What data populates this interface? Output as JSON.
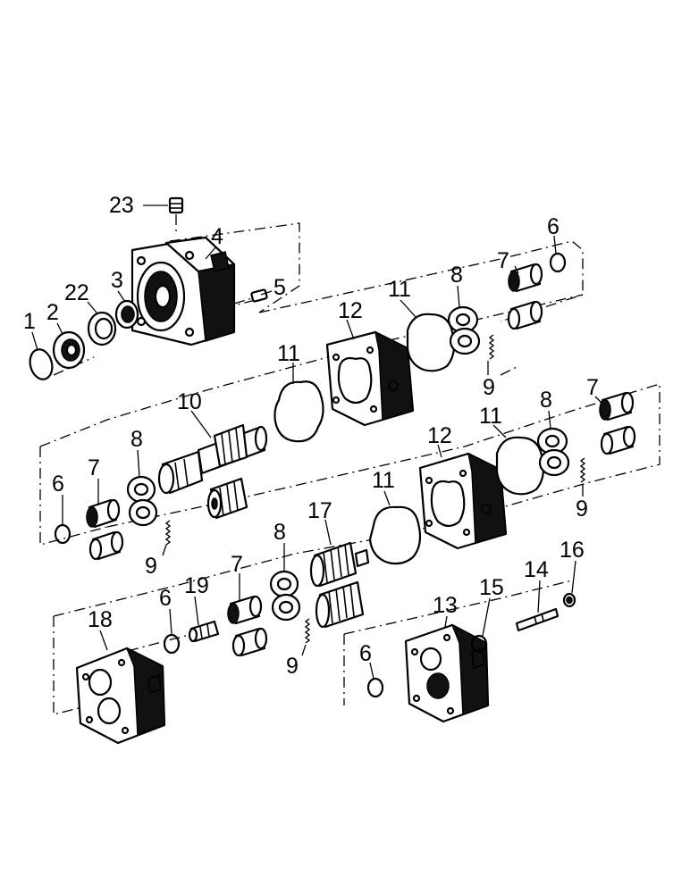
{
  "diagram": {
    "callouts": [
      "1",
      "2",
      "3",
      "4",
      "5",
      "6",
      "7",
      "8",
      "9",
      "10",
      "11",
      "12",
      "13",
      "14",
      "15",
      "16",
      "17",
      "18",
      "19",
      "22",
      "23"
    ]
  }
}
